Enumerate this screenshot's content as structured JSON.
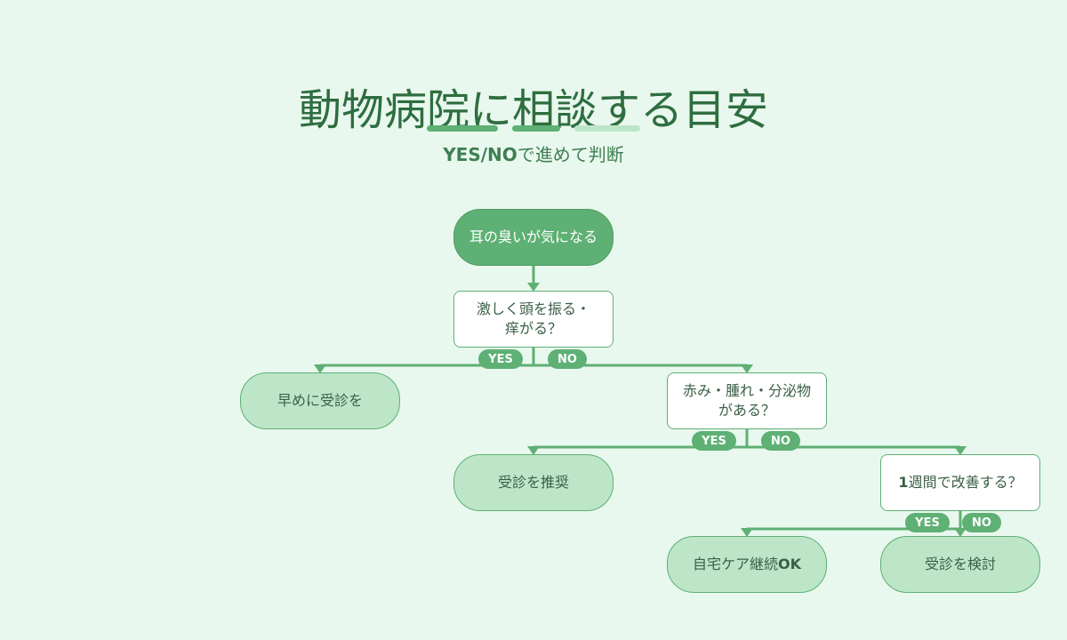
{
  "title": "動物病院に相談する目安",
  "subtitle": {
    "bold": "YES/NO",
    "rest": "で進めて判断"
  },
  "nodes": {
    "start": "耳の臭いが気になる",
    "q1": "激しく頭を振る・痒がる？",
    "q2": "赤み・腫れ・分泌物がある？",
    "q3_bold": "1",
    "q3_rest": "週間で改善する？",
    "t1": "早めに受診を",
    "t2": "受診を推奨",
    "t3_rest": "自宅ケア継続",
    "t3_bold": "OK",
    "t4": "受診を検討"
  },
  "labels": {
    "yes": "YES",
    "no": "NO"
  },
  "colors": {
    "background": "#e9f8ee",
    "accent": "#5eb074",
    "title": "#2e6e40",
    "terminal": "#bde6c9"
  }
}
